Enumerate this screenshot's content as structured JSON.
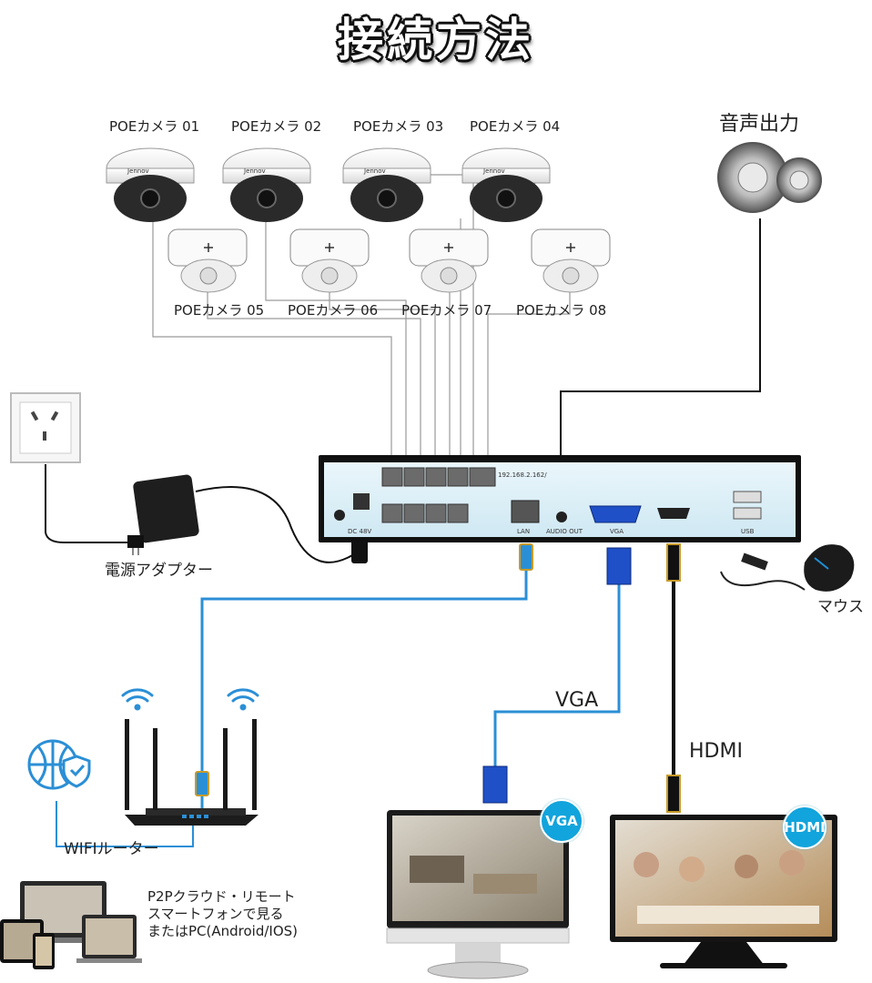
{
  "title": "接続方法",
  "cameras": {
    "top": [
      "POEカメラ 01",
      "POEカメラ 02",
      "POEカメラ 03",
      "POEカメラ 04"
    ],
    "bottom": [
      "POEカメラ 05",
      "POEカメラ 06",
      "POEカメラ 07",
      "POEカメラ 08"
    ],
    "brand": "Jennov"
  },
  "audio_output": "音声出力",
  "power_adapter": "電源アダプター",
  "mouse": "マウス",
  "vga": "VGA",
  "hdmi": "HDMI",
  "router": "WIFIルーター",
  "remote": {
    "line1": "P2Pクラウド・リモート",
    "line2": "スマートフォンで見る",
    "line3": "またはPC(Android/IOS)"
  },
  "monitor_badges": {
    "vga": "VGA",
    "hdmi": "HDMI"
  },
  "nvr_labels": {
    "ip": "192.168.2.162/",
    "lan": "LAN",
    "audio_out": "AUDIO OUT",
    "vga": "VGA",
    "usb": "USB",
    "dc": "DC 48V"
  },
  "colors": {
    "lan_cable": "#2b8fd6",
    "vga_connector": "#2050c8",
    "badge": "#12a4dc",
    "cable": "#111111"
  },
  "icons": [
    "wall-outlet-icon",
    "power-adapter-icon",
    "speaker-icon",
    "mouse-icon",
    "router-icon",
    "wifi-icon",
    "globe-shield-icon",
    "devices-icon",
    "monitor-icon"
  ]
}
